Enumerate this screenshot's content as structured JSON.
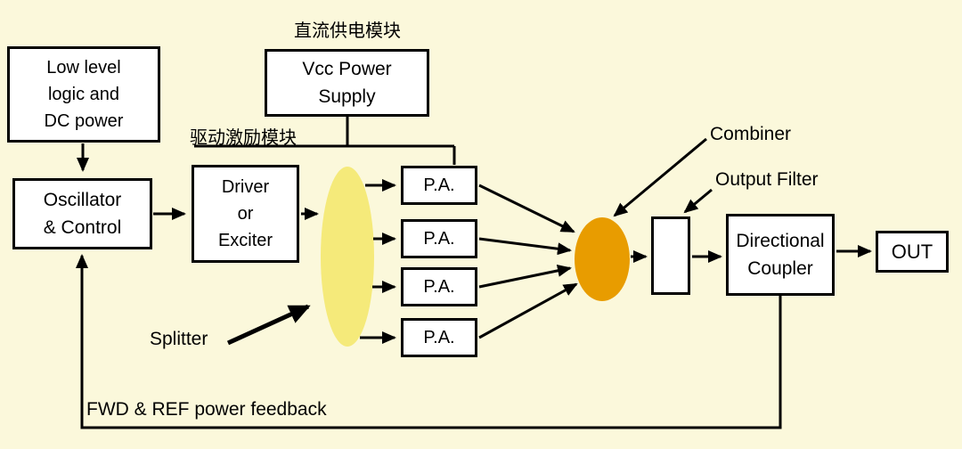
{
  "colors": {
    "background": "#FBF8DB",
    "splitter_fill": "#F5EA7A",
    "combiner_fill": "#E89C00",
    "line": "#000000"
  },
  "blocks": {
    "low_level": {
      "lines": [
        "Low level",
        "logic and",
        "DC power"
      ]
    },
    "oscillator": {
      "lines": [
        "Oscillator",
        "& Control"
      ]
    },
    "vcc_supply": {
      "lines": [
        "Vcc Power",
        "Supply"
      ]
    },
    "driver": {
      "lines": [
        "Driver",
        "or",
        "Exciter"
      ]
    },
    "pa": [
      "P.A.",
      "P.A.",
      "P.A.",
      "P.A."
    ],
    "directional_coupler": {
      "lines": [
        "Directional",
        "Coupler"
      ]
    },
    "out": {
      "label": "OUT"
    }
  },
  "labels": {
    "dc_supply_module_cn": "直流供电模块",
    "driver_module_cn": "驱动激励模块",
    "combiner": "Combiner",
    "output_filter": "Output Filter",
    "splitter": "Splitter",
    "feedback": "FWD & REF power feedback"
  }
}
